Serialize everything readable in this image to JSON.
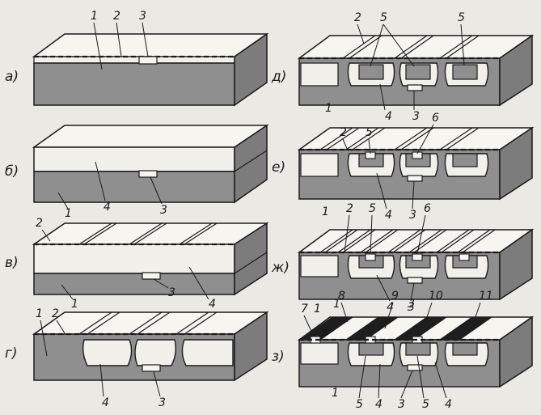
{
  "panels": [
    {
      "id": "a",
      "label": "а)",
      "numbers": [
        "1",
        "2",
        "3"
      ]
    },
    {
      "id": "b",
      "label": "б)",
      "numbers": [
        "1",
        "4",
        "3"
      ]
    },
    {
      "id": "v",
      "label": "в)",
      "numbers": [
        "2",
        "1",
        "3",
        "4"
      ]
    },
    {
      "id": "g",
      "label": "г)",
      "numbers": [
        "1",
        "2",
        "4",
        "3"
      ]
    },
    {
      "id": "d",
      "label": "д)",
      "numbers": [
        "2",
        "5",
        "5",
        "1",
        "4",
        "3"
      ]
    },
    {
      "id": "e",
      "label": "е)",
      "numbers": [
        "2",
        "5",
        "6",
        "1",
        "4",
        "3"
      ]
    },
    {
      "id": "zh",
      "label": "ж)",
      "numbers": [
        "2",
        "5",
        "6",
        "1",
        "4",
        "3"
      ]
    },
    {
      "id": "z",
      "label": "з)",
      "numbers": [
        "7",
        "8",
        "9",
        "3",
        "10",
        "11",
        "1",
        "6",
        "1",
        "5",
        "4",
        "3",
        "5",
        "4"
      ]
    }
  ],
  "colors": {
    "background": "#ebe9e4",
    "top_face": "#f6f5f0",
    "epitaxial_layer": "#f1f0eb",
    "substrate": "#8f8f8f",
    "substrate_side": "#7c7c7c",
    "oxide_stripe": "#e4e2dc",
    "metal": "#1e1e1e",
    "outline": "#1a1a1a"
  }
}
